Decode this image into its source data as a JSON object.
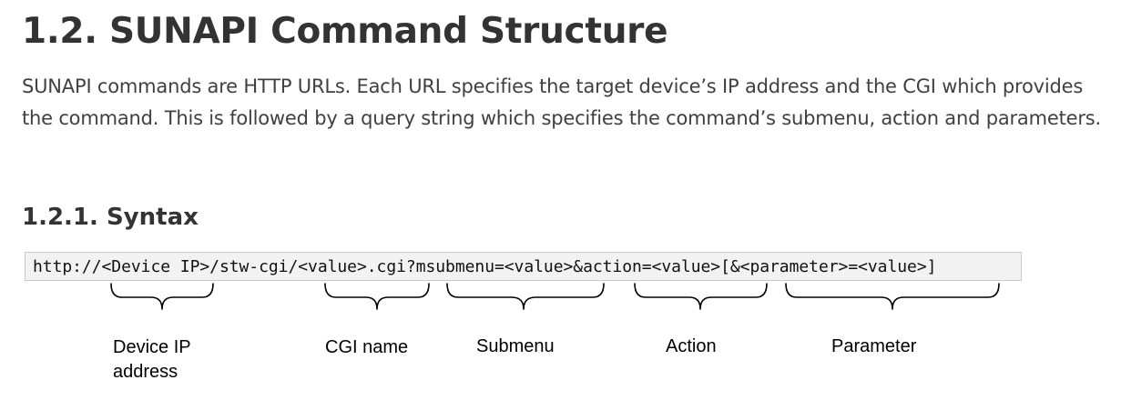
{
  "heading": "1.2. SUNAPI Command Structure",
  "intro": "SUNAPI commands are HTTP URLs. Each URL specifies the target device’s IP address and the CGI which provides the command. This is followed by a query string which specifies the command’s submenu, action and parameters.",
  "syntax_heading": "1.2.1. Syntax",
  "syntax_code": "http://<Device IP>/stw-cgi/<value>.cgi?msubmenu=<value>&action=<value>[&<parameter>=<value>]",
  "labels": {
    "device_ip": "Device IP",
    "device_ip_line2": "address",
    "cgi_name": "CGI name",
    "submenu": "Submenu",
    "action": "Action",
    "parameter": "Parameter"
  },
  "colors": {
    "heading": "#333333",
    "body_text": "#404040",
    "code_background": "#f2f2f2",
    "code_border": "#c9c9c9"
  }
}
